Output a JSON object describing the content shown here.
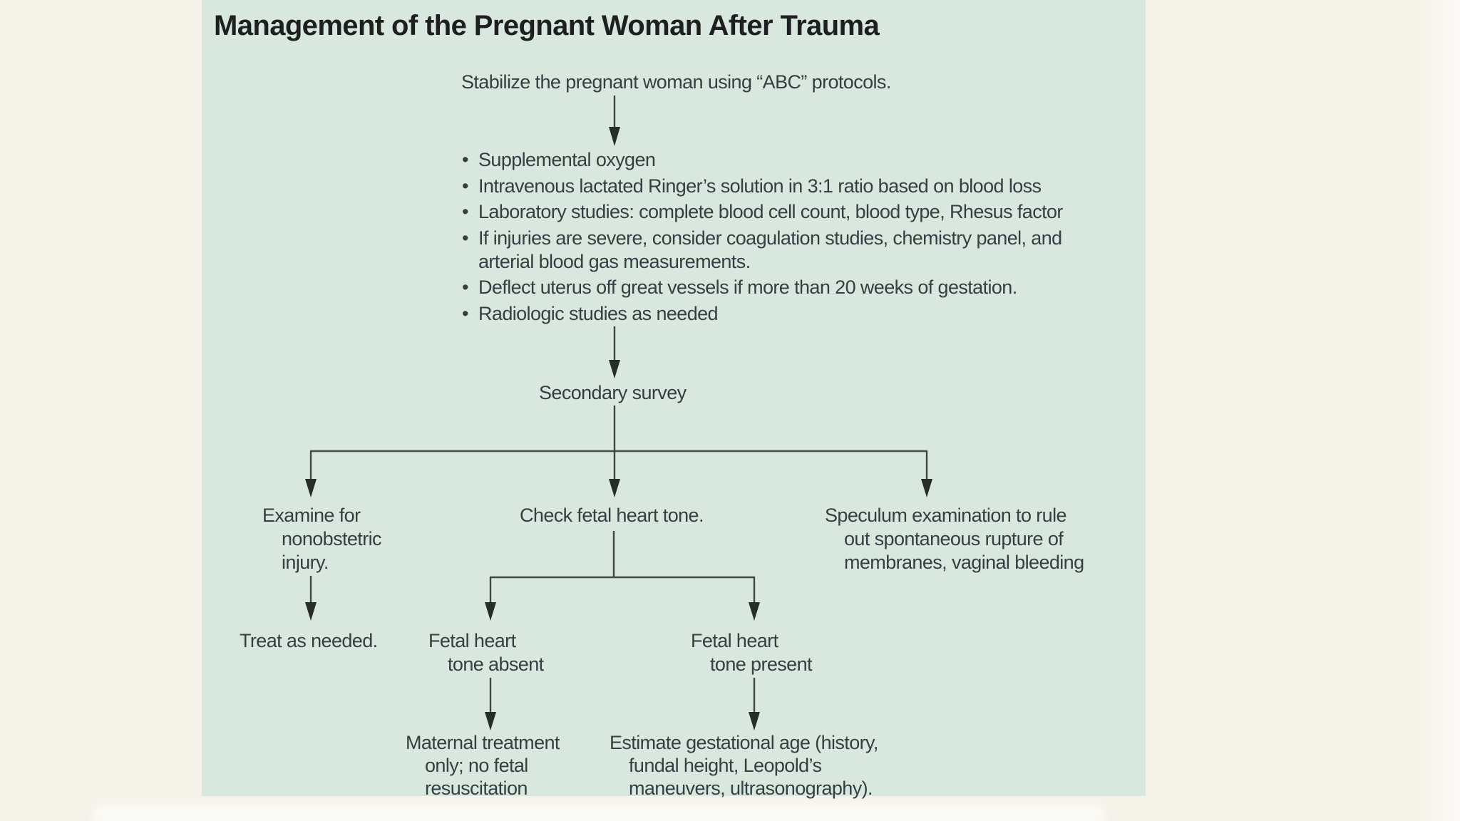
{
  "title": "Management of the Pregnant Woman After Trauma",
  "nodes": {
    "stabilize": {
      "text": "Stabilize the pregnant woman using “ABC” protocols."
    },
    "primary_care": {
      "bullet_glyph": "•",
      "bullets": [
        {
          "lines": [
            "Supplemental oxygen"
          ]
        },
        {
          "lines": [
            "Intravenous lactated Ringer’s solution in 3:1 ratio based on blood loss"
          ]
        },
        {
          "lines": [
            "Laboratory studies: complete blood cell count, blood type, Rhesus factor"
          ]
        },
        {
          "lines": [
            "If injuries are severe, consider coagulation studies, chemistry panel, and",
            "arterial blood gas measurements."
          ]
        },
        {
          "lines": [
            "Deflect uterus off great vessels if more than 20 weeks of gestation."
          ]
        },
        {
          "lines": [
            "Radiologic studies as needed"
          ]
        }
      ]
    },
    "secondary_survey": {
      "text": "Secondary survey"
    },
    "examine_injury": {
      "lines": [
        "Examine for",
        "nonobstetric",
        "injury."
      ]
    },
    "check_fetal_heart_tone": {
      "text": "Check fetal heart tone."
    },
    "speculum_exam": {
      "lines": [
        "Speculum examination to rule",
        "out spontaneous rupture of",
        "membranes, vaginal bleeding"
      ]
    },
    "treat_as_needed": {
      "text": "Treat as needed."
    },
    "fetal_heart_tone_absent": {
      "lines": [
        "Fetal heart",
        "tone absent"
      ]
    },
    "fetal_heart_tone_present": {
      "lines": [
        "Fetal heart",
        "tone present"
      ]
    },
    "maternal_treatment": {
      "lines": [
        "Maternal treatment",
        "only; no fetal",
        "resuscitation"
      ]
    },
    "estimate_gestational_age": {
      "lines": [
        "Estimate gestational age (history,",
        "fundal height, Leopold’s",
        "maneuvers, ultrasonography)."
      ]
    }
  },
  "colors": {
    "page_bg": "#f5f3e9",
    "panel_bg": "#d9e8de",
    "title": "#1d1f20",
    "text": "#333f42",
    "line": "#3c4841",
    "head": "#272d28"
  }
}
